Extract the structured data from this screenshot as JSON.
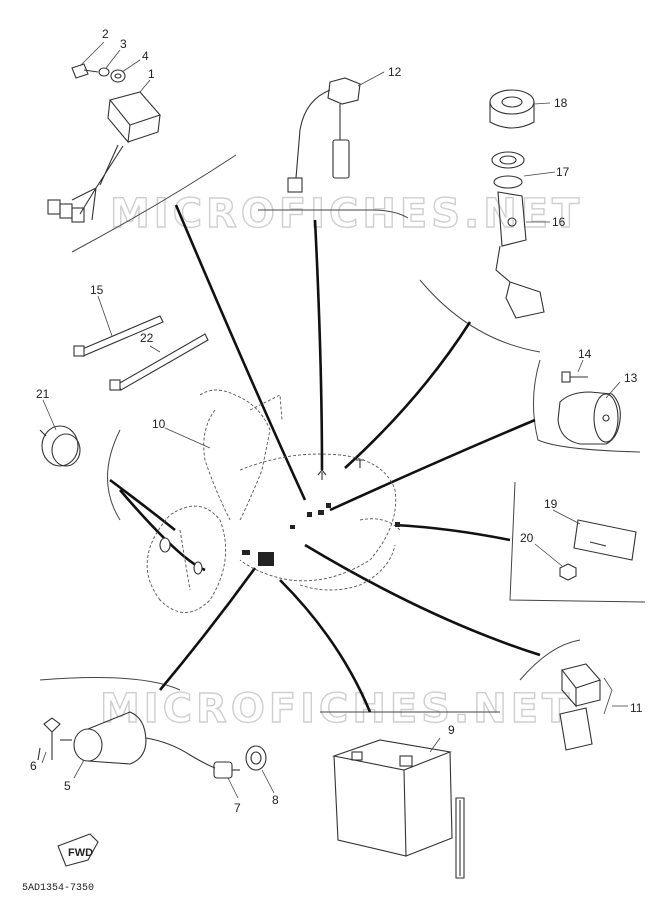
{
  "diagram": {
    "callouts": [
      "1",
      "2",
      "3",
      "4",
      "5",
      "6",
      "7",
      "8",
      "9",
      "10",
      "11",
      "12",
      "13",
      "14",
      "15",
      "16",
      "17",
      "18",
      "19",
      "20",
      "21",
      "22"
    ],
    "diagram_code": "5AD1354-7350",
    "fwd_label": "FWD",
    "watermark": "MICROFICHES.NET"
  }
}
